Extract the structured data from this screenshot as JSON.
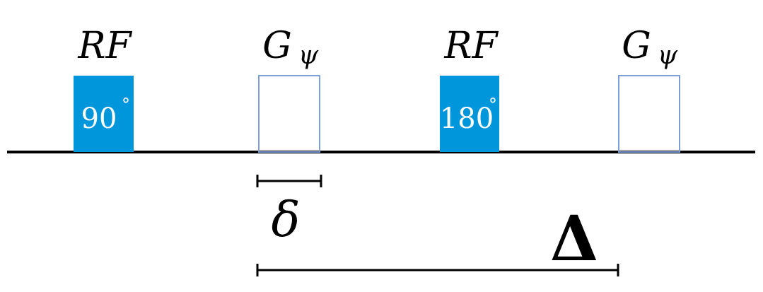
{
  "diagram": {
    "baseline_color": "#000000",
    "pulse_color": "#0096db",
    "gradient_outline_color": "#7a9fd8",
    "elements": [
      {
        "label": "RF",
        "kind": "rf",
        "angle": "90",
        "degree": "°"
      },
      {
        "label": "G",
        "subscript": "ψ",
        "kind": "gradient"
      },
      {
        "label": "RF",
        "kind": "rf",
        "angle": "180",
        "degree": "°"
      },
      {
        "label": "G",
        "subscript": "ψ",
        "kind": "gradient"
      }
    ],
    "intervals": [
      {
        "symbol": "δ",
        "name": "small-delta"
      },
      {
        "symbol": "Δ",
        "name": "big-delta"
      }
    ]
  }
}
